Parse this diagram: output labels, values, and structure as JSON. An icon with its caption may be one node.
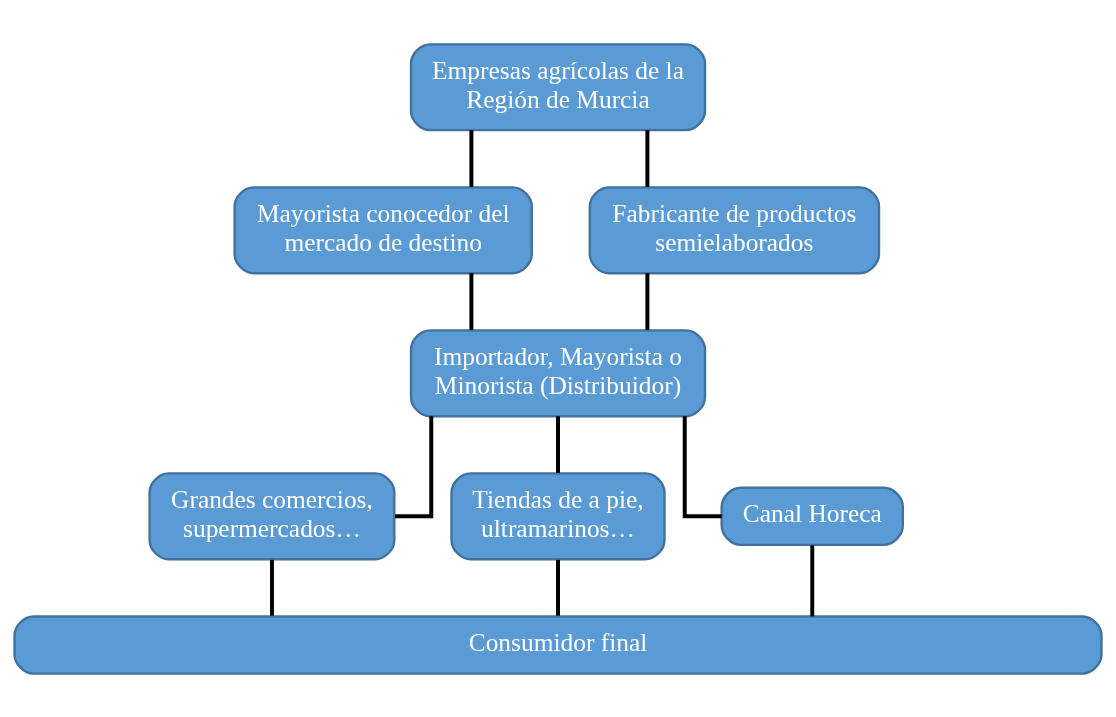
{
  "diagram": {
    "nodes": [
      {
        "text": [
          "Empresas agrícolas de la Región de Murcia"
        ]
      },
      {
        "text": [
          "Mayorista conocedor del mercado de destino"
        ]
      },
      {
        "text": [
          "Fabricante de productos semielaborados"
        ]
      },
      {
        "text": [
          "Importador, Mayorista o Minorista (Distribuidor)"
        ]
      },
      {
        "text": [
          "Grandes comercios, supermercados…"
        ]
      },
      {
        "text": [
          "Tiendas de a pie, ultramarinos…"
        ]
      },
      {
        "text": [
          "Canal Horeca"
        ]
      },
      {
        "text": [
          "Consumidor final"
        ]
      }
    ],
    "edges": [
      {
        "from": 0,
        "to": 1,
        "arrow": "none"
      },
      {
        "from": 0,
        "to": 2,
        "arrow": "none"
      },
      {
        "from": 1,
        "to": 3,
        "arrow": "none"
      },
      {
        "from": 2,
        "to": 3,
        "arrow": "none"
      },
      {
        "from": 3,
        "to": 4,
        "arrow": "none"
      },
      {
        "from": 3,
        "to": 5,
        "arrow": "none"
      },
      {
        "from": 3,
        "to": 6,
        "arrow": "none"
      },
      {
        "from": 4,
        "to": 7,
        "arrow": "none"
      },
      {
        "from": 5,
        "to": 7,
        "arrow": "none"
      },
      {
        "from": 6,
        "to": 7,
        "arrow": "none"
      }
    ]
  }
}
